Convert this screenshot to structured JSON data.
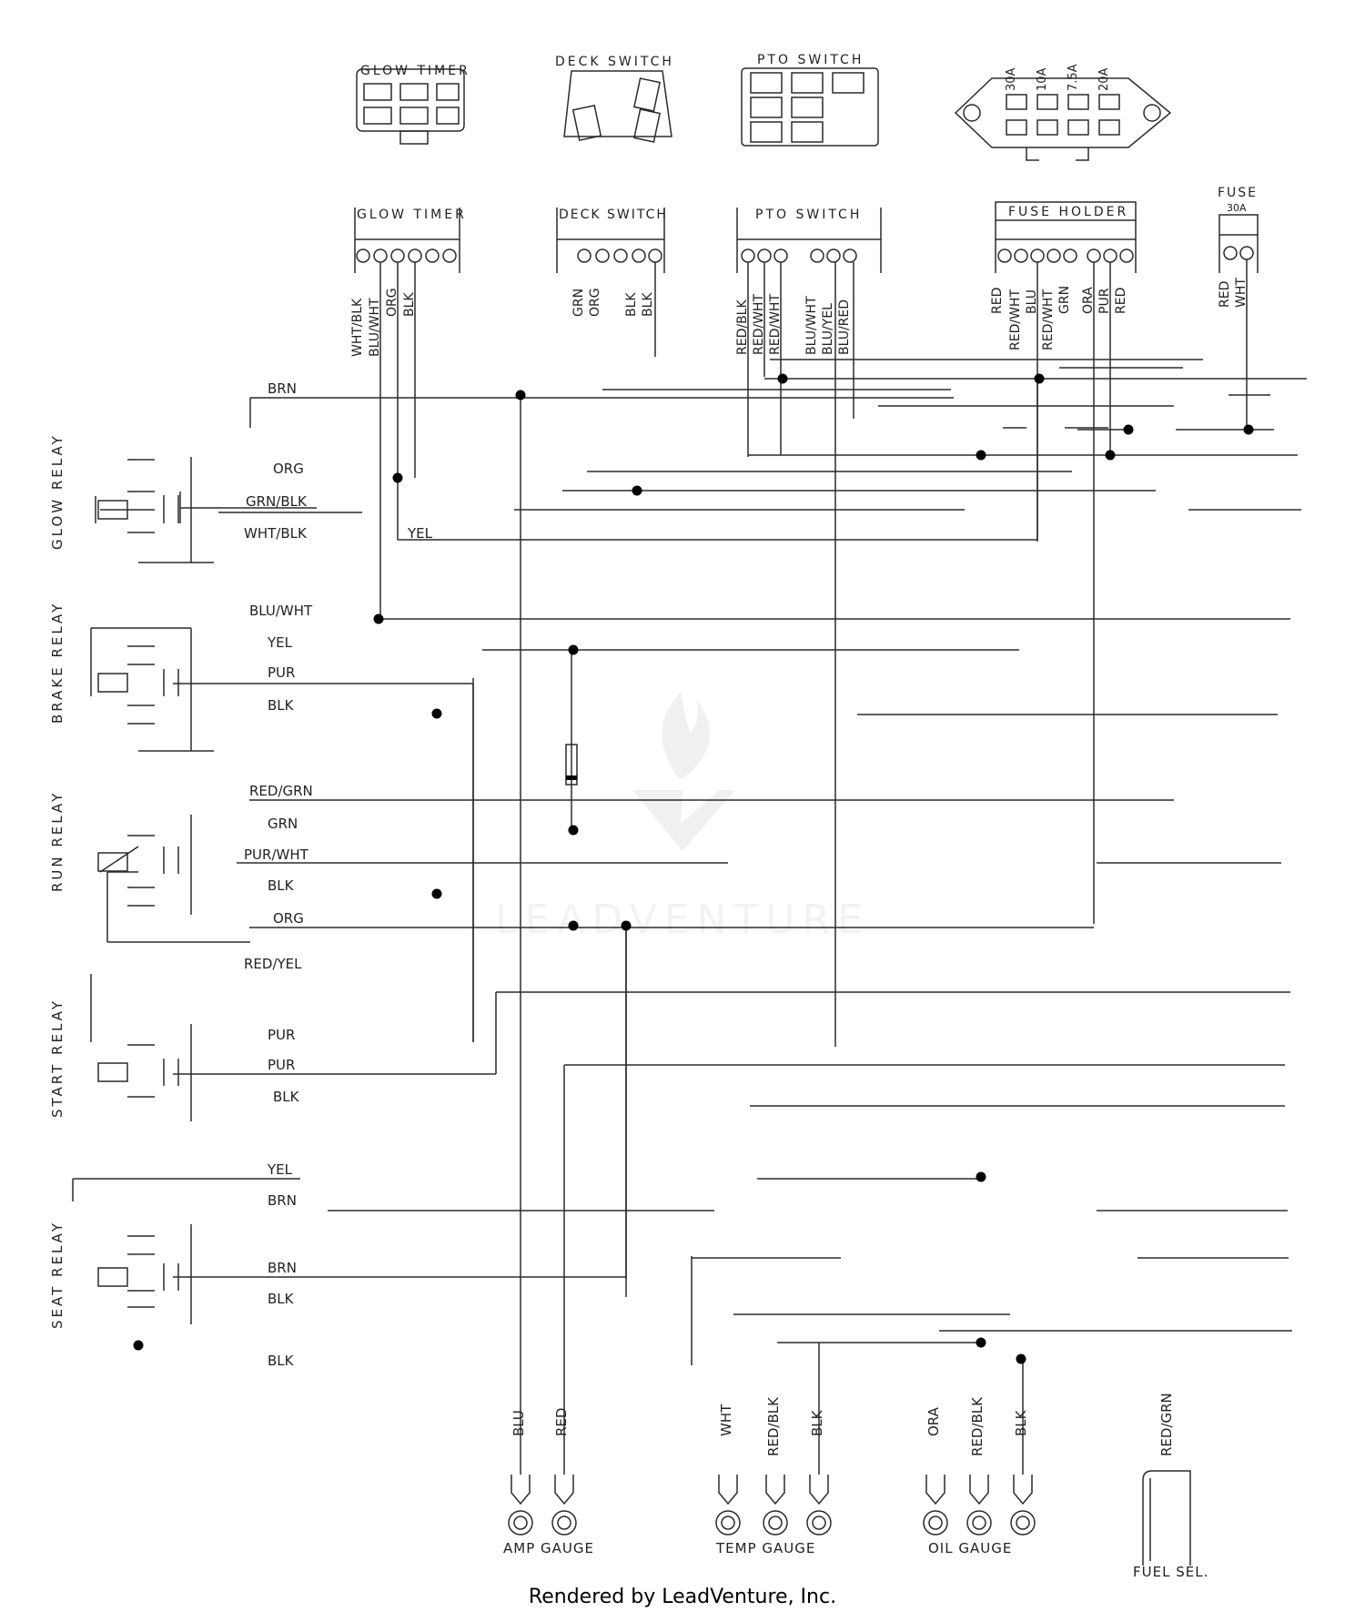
{
  "connectors": {
    "glow_timer": "GLOW TIMER",
    "deck_switch": "DECK SWITCH",
    "pto_switch": "PTO SWITCH",
    "fuse_holder": "FUSE HOLDER",
    "fuse": "FUSE",
    "fuse_rating": "30A"
  },
  "fuse_ratings": [
    "30A",
    "10A",
    "7.5A",
    "20A"
  ],
  "relays": {
    "glow": "GLOW RELAY",
    "brake": "BRAKE RELAY",
    "run": "RUN RELAY",
    "start": "START RELAY",
    "seat": "SEAT RELAY"
  },
  "top_wires": {
    "glow_timer": [
      "WHT/BLK",
      "BLU/WHT",
      "ORG",
      "BLK"
    ],
    "deck_switch": [
      "GRN",
      "ORG",
      "BLK",
      "BLK"
    ],
    "pto_switch": [
      "RED/BLK",
      "RED/WHT",
      "RED/WHT",
      "BLU/WHT",
      "BLU/YEL",
      "BLU/RED"
    ],
    "fuse_holder": [
      "RED",
      "RED/WHT",
      "BLU",
      "RED/WHT",
      "GRN",
      "ORA",
      "PUR",
      "RED"
    ],
    "fuse": [
      "RED",
      "WHT"
    ]
  },
  "relay_wires": {
    "glow": [
      "BRN",
      "ORG",
      "GRN/BLK",
      "WHT/BLK",
      "YEL"
    ],
    "brake": [
      "BLU/WHT",
      "YEL",
      "PUR",
      "BLK"
    ],
    "run": [
      "RED/GRN",
      "GRN",
      "PUR/WHT",
      "BLK",
      "ORG",
      "RED/YEL"
    ],
    "start": [
      "PUR",
      "PUR",
      "BLK"
    ],
    "seat": [
      "YEL",
      "BRN",
      "BRN",
      "BLK",
      "BLK"
    ]
  },
  "gauges": {
    "amp": {
      "label": "AMP GAUGE",
      "wires": [
        "BLU",
        "RED"
      ]
    },
    "temp": {
      "label": "TEMP GAUGE",
      "wires": [
        "WHT",
        "RED/BLK",
        "BLK"
      ]
    },
    "oil": {
      "label": "OIL GAUGE",
      "wires": [
        "ORA",
        "RED/BLK",
        "BLK"
      ]
    },
    "fuel": {
      "label": "FUEL SEL.",
      "wires": [
        "RED/GRN"
      ]
    }
  },
  "footer": "Rendered by LeadVenture, Inc.",
  "watermark": "LEADVENTURE"
}
